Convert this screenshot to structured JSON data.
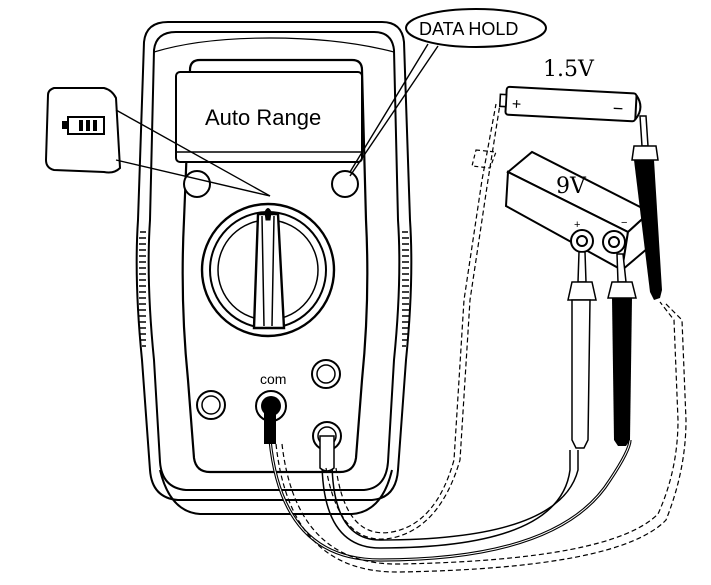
{
  "display": {
    "text": "Auto Range"
  },
  "callouts": {
    "data_hold": "DATA HOLD"
  },
  "batteries": {
    "aa": {
      "voltage": "1.5V",
      "plus": "+",
      "minus": "−"
    },
    "nine_volt": {
      "voltage": "9V",
      "plus": "+",
      "minus": "−"
    }
  },
  "jacks": {
    "com": "com"
  },
  "icons": {
    "battery_indicator": "low-battery-icon"
  },
  "colors": {
    "ink": "#000000",
    "paper": "#ffffff"
  }
}
